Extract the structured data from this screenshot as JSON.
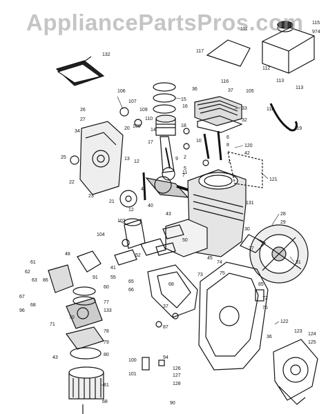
{
  "watermark": "AppliancePartsPros.com",
  "callouts": {
    "c1": "1",
    "c2": "2",
    "c4": "4",
    "c5": "5",
    "c6": "6",
    "c7": "7",
    "c8": "8",
    "c9": "9",
    "c10": "10",
    "c11": "11",
    "c12": "12",
    "c13": "13",
    "c14": "14",
    "c15": "15",
    "c16": "16",
    "c17": "17",
    "c18": "18",
    "c20": "20",
    "c21": "21",
    "c22": "22",
    "c23": "23",
    "c25": "25",
    "c26": "26",
    "c27": "27",
    "c28": "28",
    "c29": "29",
    "c30": "30",
    "c31": "31",
    "c32": "32",
    "c33": "33",
    "c34": "34",
    "c36": "36",
    "c37": "37",
    "c40": "40",
    "c41": "41",
    "c42": "42",
    "c43": "43",
    "c45": "45",
    "c48": "48",
    "c50": "50",
    "c52": "52",
    "c55": "55",
    "c60": "60",
    "c61": "61",
    "c62": "62",
    "c63": "63",
    "c65": "65",
    "c66": "66",
    "c67": "67",
    "c68": "68",
    "c70": "70",
    "c71": "71",
    "c72": "72",
    "c73": "73",
    "c74": "74",
    "c75": "75",
    "c76": "76",
    "c77": "77",
    "c78": "78",
    "c79": "79",
    "c80": "80",
    "c81": "81",
    "c85": "85",
    "c86": "86",
    "c87": "87",
    "c90": "90",
    "c91": "91",
    "c94": "94",
    "c96": "96",
    "c100": "100",
    "c101": "101",
    "c103": "103",
    "c104": "104",
    "c105": "105",
    "c106": "106",
    "c107": "107",
    "c108": "108",
    "c109": "109",
    "c110": "110",
    "c111": "111",
    "c112": "112",
    "c113": "113",
    "c115": "115",
    "c116": "116",
    "c117": "117",
    "c118": "118",
    "c119": "119",
    "c120": "120",
    "c121": "121",
    "c122": "122",
    "c123": "123",
    "c124": "124",
    "c125": "125",
    "c126": "126",
    "c127": "127",
    "c128": "128",
    "c131": "131",
    "c132": "132",
    "c133": "133",
    "c974": "974"
  },
  "colors": {
    "line": "#111111",
    "paper": "#ffffff",
    "watermark": "#969696"
  }
}
